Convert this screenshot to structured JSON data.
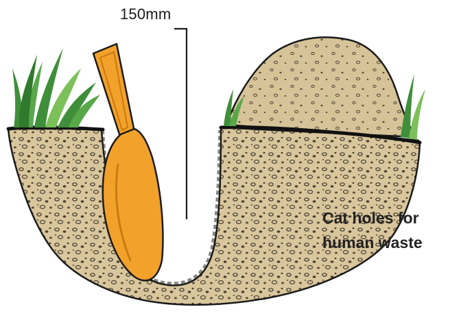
{
  "diagram": {
    "depth_label": "150mm",
    "caption_line1": "Cat holes for",
    "caption_line2": "human waste",
    "icons": [
      "trowel-icon",
      "grass-tuft-icon",
      "soil-mound-icon"
    ],
    "colors": {
      "trowel": "#f2a12b",
      "trowel_dark": "#c97a10",
      "soil": "#d8c49a",
      "soil_dark": "#8a7352",
      "pebble": "#3a3328",
      "grass": "#3f8f3a",
      "grass_light": "#7cc05a",
      "outline": "#1a1a1a"
    }
  }
}
